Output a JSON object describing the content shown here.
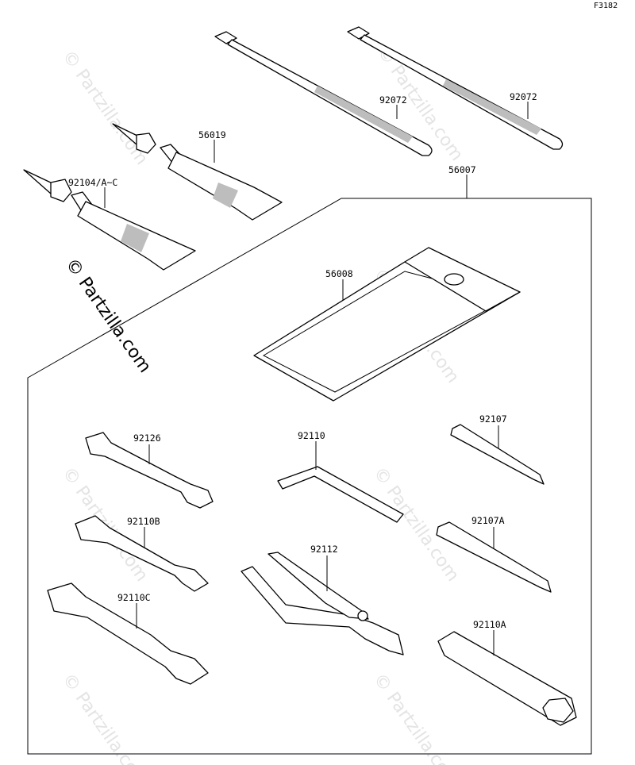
{
  "diagram": {
    "code": "F3182",
    "watermark": "© Partzilla.com",
    "parts": [
      {
        "id": "p92072a",
        "label": "92072"
      },
      {
        "id": "p92072b",
        "label": "92072"
      },
      {
        "id": "p56019",
        "label": "56019"
      },
      {
        "id": "p92104",
        "label": "92104/A~C"
      },
      {
        "id": "p56007",
        "label": "56007"
      },
      {
        "id": "p56008",
        "label": "56008"
      },
      {
        "id": "p92126",
        "label": "92126"
      },
      {
        "id": "p92110",
        "label": "92110"
      },
      {
        "id": "p92107",
        "label": "92107"
      },
      {
        "id": "p92110B",
        "label": "92110B"
      },
      {
        "id": "p92107A",
        "label": "92107A"
      },
      {
        "id": "p92112",
        "label": "92112"
      },
      {
        "id": "p92110C",
        "label": "92110C"
      },
      {
        "id": "p92110A",
        "label": "92110A"
      }
    ]
  }
}
